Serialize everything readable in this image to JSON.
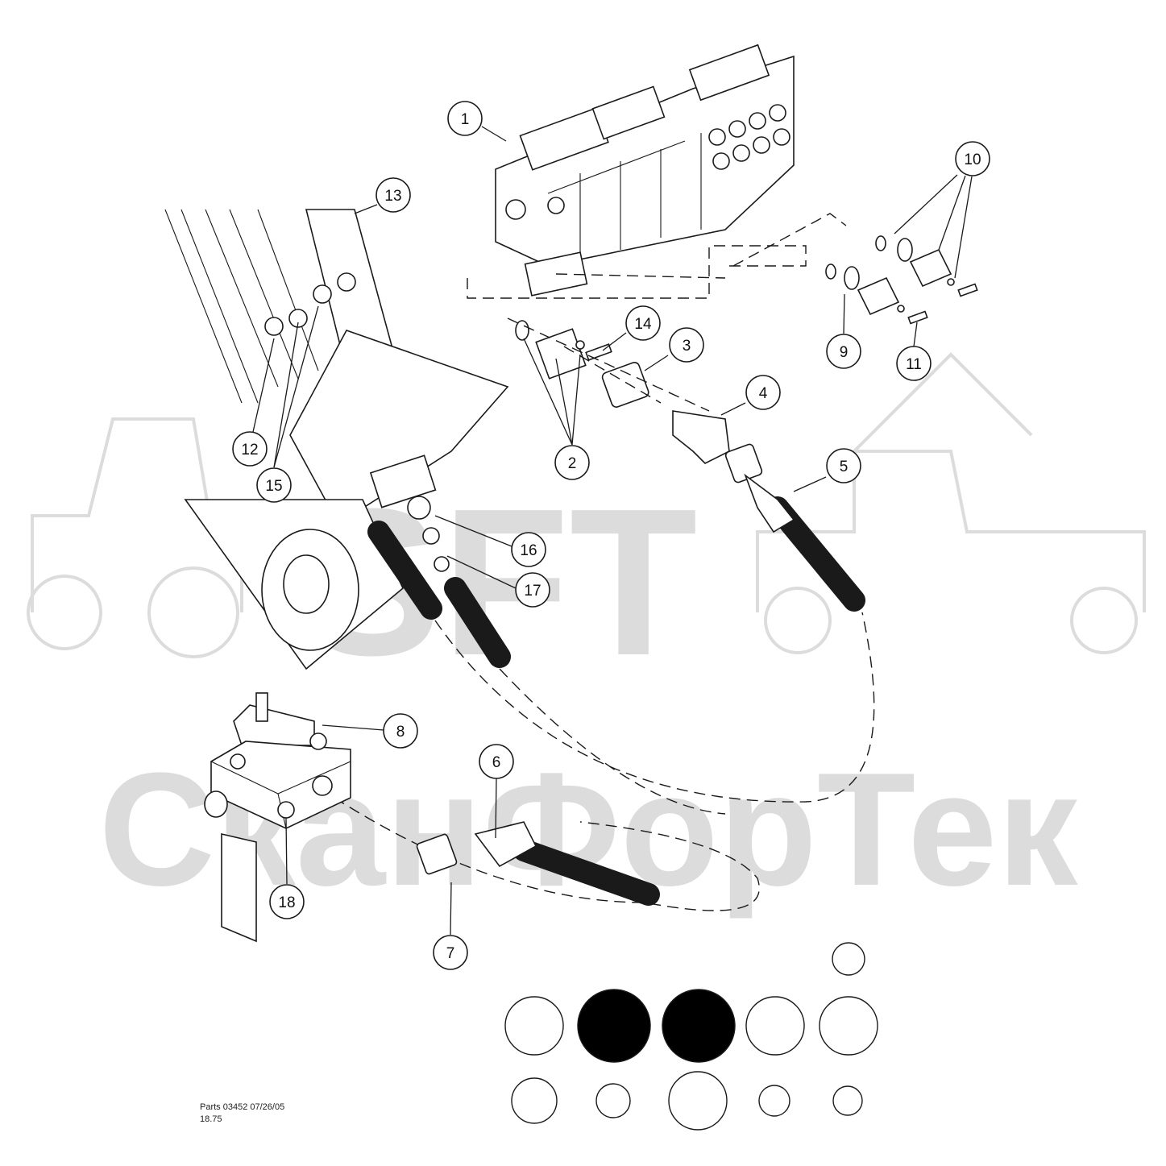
{
  "watermark": {
    "logo_text": "SFT",
    "brand_text": "СканФорТек"
  },
  "callouts": [
    {
      "num": "1"
    },
    {
      "num": "2"
    },
    {
      "num": "3"
    },
    {
      "num": "4"
    },
    {
      "num": "5"
    },
    {
      "num": "6"
    },
    {
      "num": "7"
    },
    {
      "num": "8"
    },
    {
      "num": "9"
    },
    {
      "num": "10"
    },
    {
      "num": "11"
    },
    {
      "num": "12"
    },
    {
      "num": "13"
    },
    {
      "num": "14"
    },
    {
      "num": "15"
    },
    {
      "num": "16"
    },
    {
      "num": "17"
    },
    {
      "num": "18"
    }
  ],
  "legend": {
    "dark_color": "#000000",
    "light_color": "#ffffff"
  },
  "footer": {
    "line1": "Parts 03452 07/26/05",
    "line2": "18.75"
  }
}
